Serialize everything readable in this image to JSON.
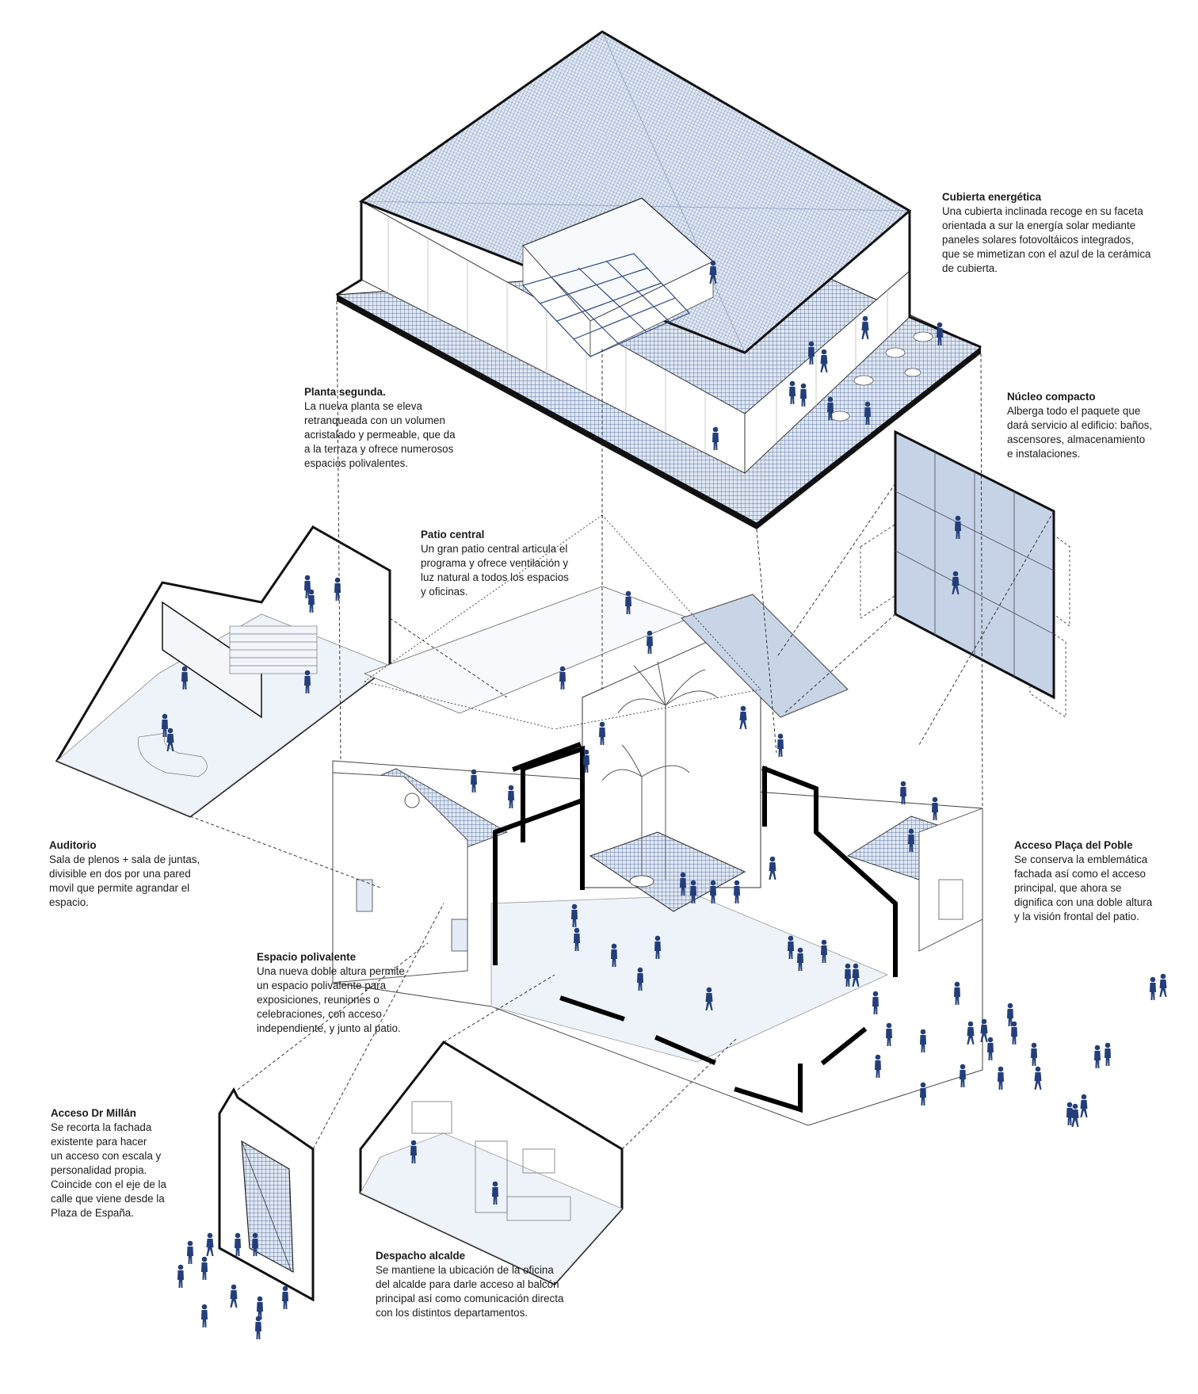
{
  "colors": {
    "ink": "#111111",
    "accent_blue": "#233e7a",
    "tile_blue": "#dde6f2",
    "line_gray": "#9a9a9a"
  },
  "annotations": {
    "cubierta": {
      "title": "Cubierta energética",
      "lines": [
        "Una cubierta inclinada recoge en su faceta",
        "orientada a sur la energía solar mediante",
        "paneles solares fotovoltáicos integrados,",
        "que se mimetizan con el azul de la cerámica",
        "de cubierta."
      ]
    },
    "planta": {
      "title": "Planta segunda.",
      "lines": [
        "La nueva planta se eleva",
        "retranqueada con un volumen",
        "acristalado y permeable, que da",
        "a la terraza  y ofrece numerosos",
        "espacios polivalentes."
      ]
    },
    "nucleo": {
      "title": "Núcleo compacto",
      "lines": [
        "Alberga todo el paquete que",
        "dará servicio al edificio: baños,",
        "ascensores, almacenamiento",
        "e instalaciones."
      ]
    },
    "patio": {
      "title": "Patio central",
      "lines": [
        "Un gran patio central articula el",
        "programa y ofrece ventilación y",
        "luz natural a todos los espacios",
        "y oficinas."
      ]
    },
    "auditorio": {
      "title": "Auditorio",
      "lines": [
        "Sala de plenos + sala de juntas,",
        "divisible en dos por una pared",
        "movil que permite agrandar el",
        "espacio."
      ]
    },
    "acceso_plaza": {
      "title": "Acceso Plaça del Poble",
      "lines": [
        "Se conserva la emblemática",
        "fachada así como el acceso",
        "principal, que ahora se",
        "dignifica con una doble altura",
        "y la visión frontal del patio."
      ]
    },
    "espacio": {
      "title": "Espacio polivalente",
      "lines": [
        "Una nueva doble altura permite",
        "un espacio polivalente para",
        "exposiciones, reuniones o",
        "celebraciones, con acceso",
        "independiente, y junto al patio."
      ]
    },
    "acceso_millan": {
      "title": "Acceso Dr Millán",
      "lines": [
        "Se recorta la fachada",
        "existente para hacer",
        "un acceso con escala y",
        "personalidad propia.",
        "Coincide con el eje de la",
        "calle que viene desde la",
        "Plaza de España."
      ]
    },
    "despacho": {
      "title": "Despacho alcalde",
      "lines": [
        "Se mantiene la ubicación de la oficina",
        "del alcalde para darle acceso al balcón",
        "principal así como comunicación directa",
        "con los distintos departamentos."
      ]
    }
  }
}
